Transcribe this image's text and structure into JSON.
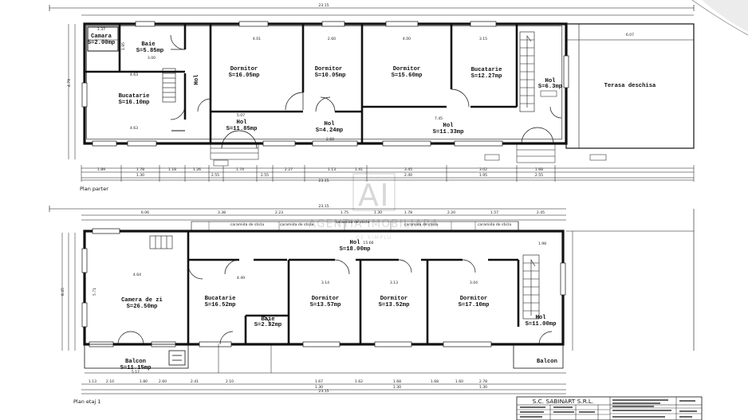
{
  "overall_dims": [
    "23.15",
    "23.15",
    "23.15",
    "23.15"
  ],
  "ground_floor": {
    "label": "Plan parter",
    "rooms": [
      {
        "name": "Camara",
        "area": "S=2.00mp"
      },
      {
        "name": "Baie",
        "area": "S=5.85mp"
      },
      {
        "name": "Bucatarie",
        "area": "S=16.10mp"
      },
      {
        "name": "Hol",
        "area": ""
      },
      {
        "name": "Dormitor",
        "area": "S=16.05mp"
      },
      {
        "name": "Dormitor",
        "area": "S=10.05mp"
      },
      {
        "name": "Dormitor",
        "area": "S=15.60mp"
      },
      {
        "name": "Bucatarie",
        "area": "S=12.27mp"
      },
      {
        "name": "Hol",
        "area": "S=6.3mp"
      },
      {
        "name": "Terasa deschisa",
        "area": ""
      },
      {
        "name": "Hol",
        "area": "S=11.85mp"
      },
      {
        "name": "Hol",
        "area": "S=4.24mp"
      },
      {
        "name": "Hol",
        "area": "S=11.33mp"
      }
    ],
    "top_dims": [
      "4.01",
      "2.60",
      "4.00",
      "3.15",
      "6.07"
    ],
    "bottom_dims": [
      "1.89",
      "1.78",
      "1.18",
      "1.26",
      "1.74",
      "2.27",
      "1.13",
      "1.41",
      "3.45",
      "3.02",
      "1.68",
      "1.30",
      "2.55",
      "2.55",
      "2.40",
      "1.95",
      "2.55"
    ],
    "inner_dims": [
      "4.63",
      "4.63",
      "3.00",
      "5.07",
      "2.60",
      "7.45",
      "1.95",
      "4.79",
      "1.37"
    ]
  },
  "first_floor": {
    "label": "Plan etaj 1",
    "rooms": [
      {
        "name": "Hol",
        "area": "S=18.00mp"
      },
      {
        "name": "Camera de zi",
        "area": "S=26.50mp"
      },
      {
        "name": "Bucatarie",
        "area": "S=16.52mp"
      },
      {
        "name": "Baie",
        "area": "S=2.32mp"
      },
      {
        "name": "Dormitor",
        "area": "S=13.57mp"
      },
      {
        "name": "Dormitor",
        "area": "S=13.52mp"
      },
      {
        "name": "Dormitor",
        "area": "S=17.10mp"
      },
      {
        "name": "Hol",
        "area": "S=11.00mp"
      },
      {
        "name": "Balcon",
        "area": "S=11.15mp"
      },
      {
        "name": "Balcon",
        "area": ""
      }
    ],
    "notes": [
      "caramida de sticla",
      "caramida de sticla",
      "caramida de sticla",
      "caramida de sticla",
      "caramida de sticla"
    ],
    "top_dims": [
      "6.06",
      "3.38",
      "2.23",
      "1.75",
      "1.30",
      "1.78",
      "2.20",
      "1.57",
      "2.45"
    ],
    "bottom_dims": [
      "1.13",
      "2.10",
      "1.80",
      "2.60",
      "2.41",
      "2.10",
      "1.67",
      "1.62",
      "1.68",
      "1.68",
      "1.60",
      "2.78",
      "1.30",
      "1.30",
      "1.30"
    ],
    "inner_dims": [
      "4.64",
      "4.49",
      "3.14",
      "3.13",
      "3.04",
      "15.66",
      "1.98",
      "5.17",
      "5.71",
      "8.45"
    ]
  },
  "title_block": {
    "company": "S.C. SABINART S.R.L."
  },
  "watermark": {
    "logo": "AI",
    "text": "AGENTIA IMOBILIARA",
    "tagline": "DE SIMPLU"
  }
}
